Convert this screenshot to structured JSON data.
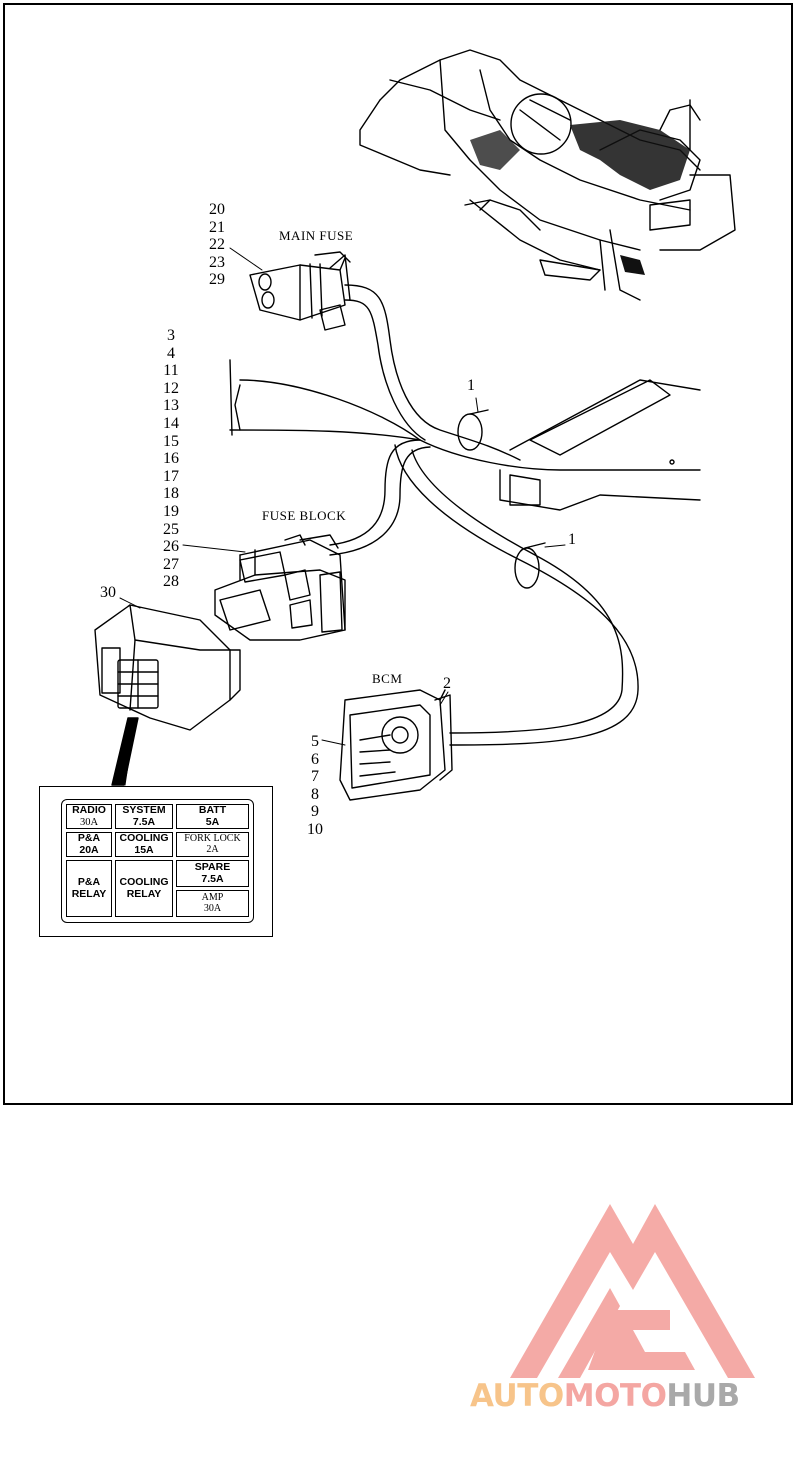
{
  "labels": {
    "main_fuse": "MAIN FUSE",
    "fuse_block": "FUSE BLOCK",
    "bcm": "BCM"
  },
  "callouts": {
    "main_fuse_nums": [
      "20",
      "21",
      "22",
      "23",
      "29"
    ],
    "fuse_block_nums": [
      "3",
      "4",
      "11",
      "12",
      "13",
      "14",
      "15",
      "16",
      "17",
      "18",
      "19",
      "25",
      "26",
      "27",
      "28"
    ],
    "bcm_nums": [
      "5",
      "6",
      "7",
      "8",
      "9",
      "10"
    ],
    "clip_1a": "1",
    "clip_1b": "1",
    "bcm_2": "2",
    "cover_30": "30"
  },
  "legend": {
    "radio": {
      "name": "RADIO",
      "value": "30A"
    },
    "system": {
      "name": "SYSTEM",
      "value": "7.5A"
    },
    "batt": {
      "name": "BATT",
      "value": "5A"
    },
    "pa": {
      "name": "P&A",
      "value": "20A"
    },
    "cooling": {
      "name": "COOLING",
      "value": "15A"
    },
    "fork_lock": {
      "name": "FORK LOCK",
      "value": "2A"
    },
    "pa_relay": {
      "line1": "P&A",
      "line2": "RELAY"
    },
    "cooling_relay": {
      "line1": "COOLING",
      "line2": "RELAY"
    },
    "spare": {
      "name": "SPARE",
      "value": "7.5A"
    },
    "amp": {
      "name": "AMP",
      "value": "30A"
    }
  },
  "logo": {
    "part1": "AUTO",
    "part2": "MOTO",
    "part3": "HUB",
    "colors": {
      "orange": "#f7c48a",
      "pink": "#f4a6a2",
      "gray": "#a9a9a9"
    }
  }
}
